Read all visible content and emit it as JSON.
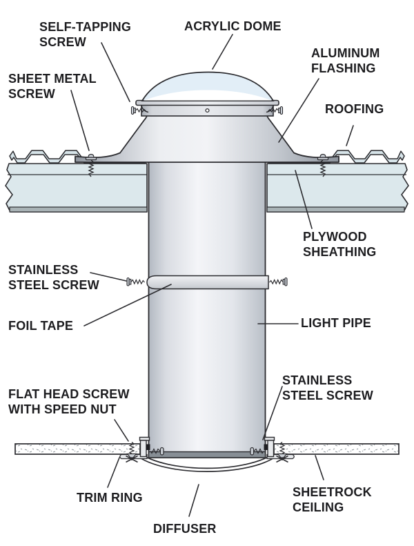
{
  "figure": {
    "subject": "Tubular skylight installation cross-section diagram",
    "label_count": 14
  },
  "labels": {
    "self_tapping_screw": "SELF-TAPPING\nSCREW",
    "acrylic_dome": "ACRYLIC DOME",
    "aluminum_flashing": "ALUMINUM\nFLASHING",
    "sheet_metal_screw": "SHEET METAL\nSCREW",
    "roofing": "ROOFING",
    "plywood_sheathing": "PLYWOOD\nSHEATHING",
    "stainless_steel_screw_upper": "STAINLESS\nSTEEL SCREW",
    "foil_tape": "FOIL TAPE",
    "light_pipe": "LIGHT PIPE",
    "flat_head_screw_with_speed_nut": "FLAT HEAD SCREW\nWITH SPEED NUT",
    "stainless_steel_screw_lower": "STAINLESS\nSTEEL SCREW",
    "trim_ring": "TRIM RING",
    "sheetrock_ceiling": "SHEETROCK\nCEILING",
    "diffuser": "DIFFUSER"
  },
  "colors": {
    "background": "#ffffff",
    "outline": "#2b2b2f",
    "label_text": "#1c1c1f",
    "dome_tint": "#e2eef7",
    "wood_fill": "#dce8ec",
    "wood_edge_strip": "#a9b3b6",
    "roof_panel_fill": "#d7e4e9",
    "screw_fill": "#ccd1d7",
    "pipe_rim": "#878e95",
    "trim_metal": "#e8eaed",
    "speckle": "#8d959a"
  }
}
